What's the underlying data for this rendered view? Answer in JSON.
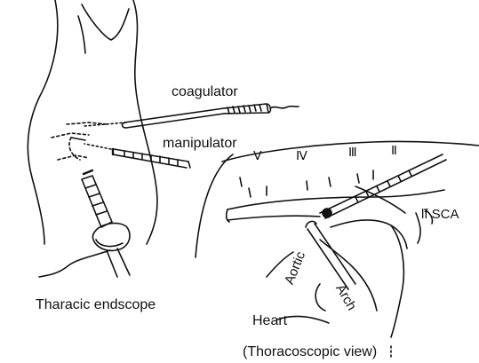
{
  "labels": {
    "coagulator": "coagulator",
    "manipulator": "manipulator",
    "endoscope": "Tharacic endscope",
    "sca": "lf SCA",
    "aortic": "Aortic",
    "arch": "Arch",
    "heart": "Heart",
    "view": "(Thoracoscopic view)"
  },
  "ribs": [
    "Ⅴ",
    "Ⅳ",
    "Ⅲ",
    "Ⅱ"
  ],
  "colors": {
    "ink": "#111111",
    "background": "#ffffff"
  }
}
